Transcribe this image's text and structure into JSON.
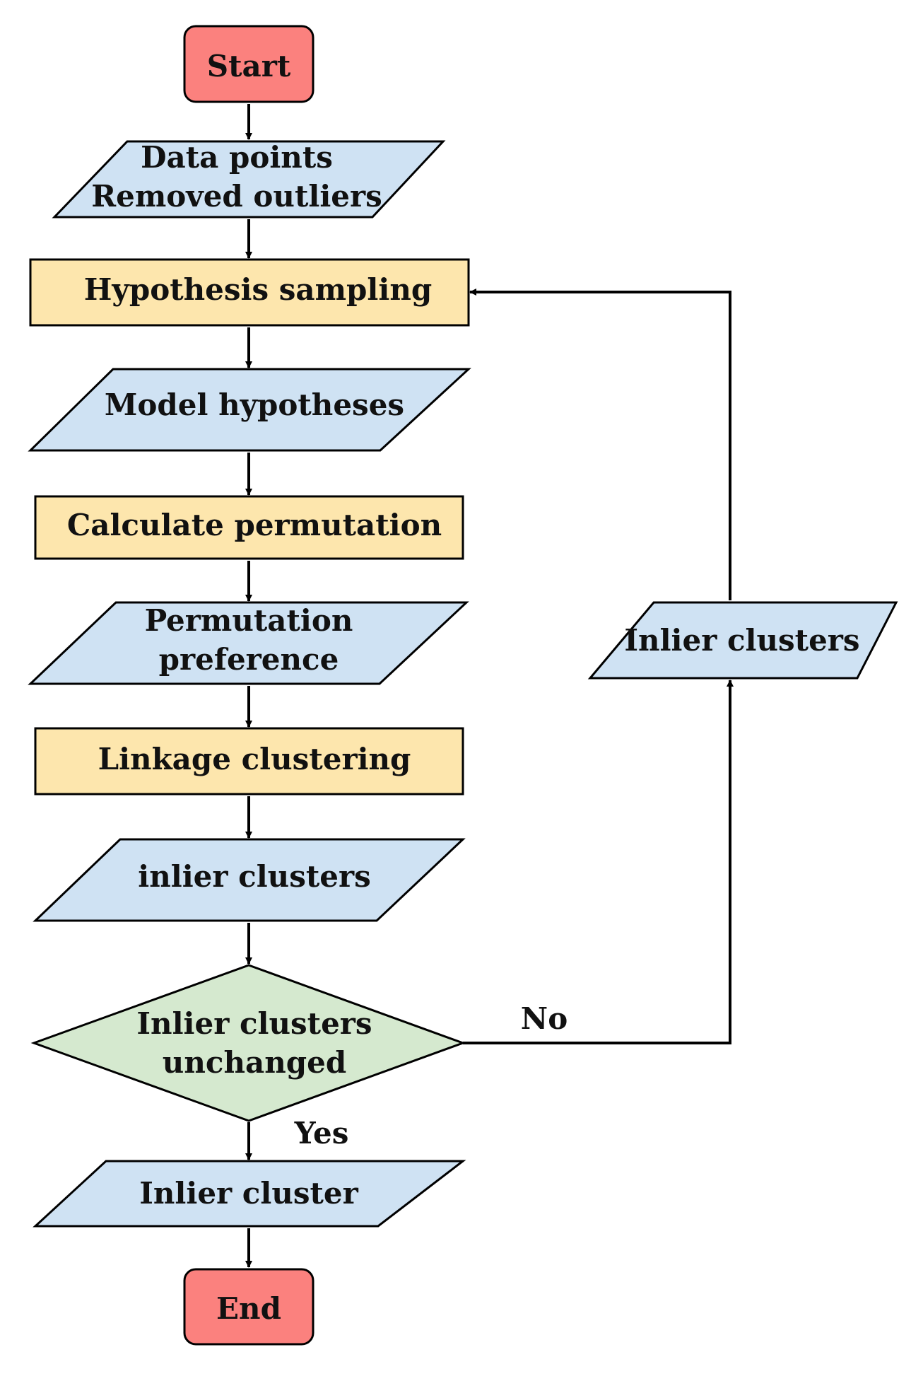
{
  "colors": {
    "terminal_fill": "#fb817e",
    "io_fill": "#cfe2f3",
    "process_fill": "#fde6ad",
    "decision_fill": "#d5e9cf",
    "stroke": "#000000"
  },
  "nodes": {
    "start": {
      "shape": "terminal",
      "label": "Start"
    },
    "data_points": {
      "shape": "parallelogram",
      "line1": "Data points",
      "line2": "Removed outliers"
    },
    "hypothesis_sampling": {
      "shape": "rectangle",
      "label": "Hypothesis sampling"
    },
    "model_hypotheses": {
      "shape": "parallelogram",
      "label": "Model hypotheses"
    },
    "calculate_permutation": {
      "shape": "rectangle",
      "label": "Calculate permutation"
    },
    "permutation_preference": {
      "shape": "parallelogram",
      "line1": "Permutation",
      "line2": "preference"
    },
    "linkage_clustering": {
      "shape": "rectangle",
      "label": "Linkage clustering"
    },
    "inlier_clusters_lower": {
      "shape": "parallelogram",
      "label": "inlier clusters"
    },
    "decision": {
      "shape": "diamond",
      "line1": "Inlier clusters",
      "line2": "unchanged"
    },
    "inlier_cluster": {
      "shape": "parallelogram",
      "label": "Inlier cluster"
    },
    "end": {
      "shape": "terminal",
      "label": "End"
    },
    "inlier_clusters_loop": {
      "shape": "parallelogram",
      "label": "Inlier clusters"
    }
  },
  "edges": {
    "no_label": "No",
    "yes_label": "Yes"
  }
}
